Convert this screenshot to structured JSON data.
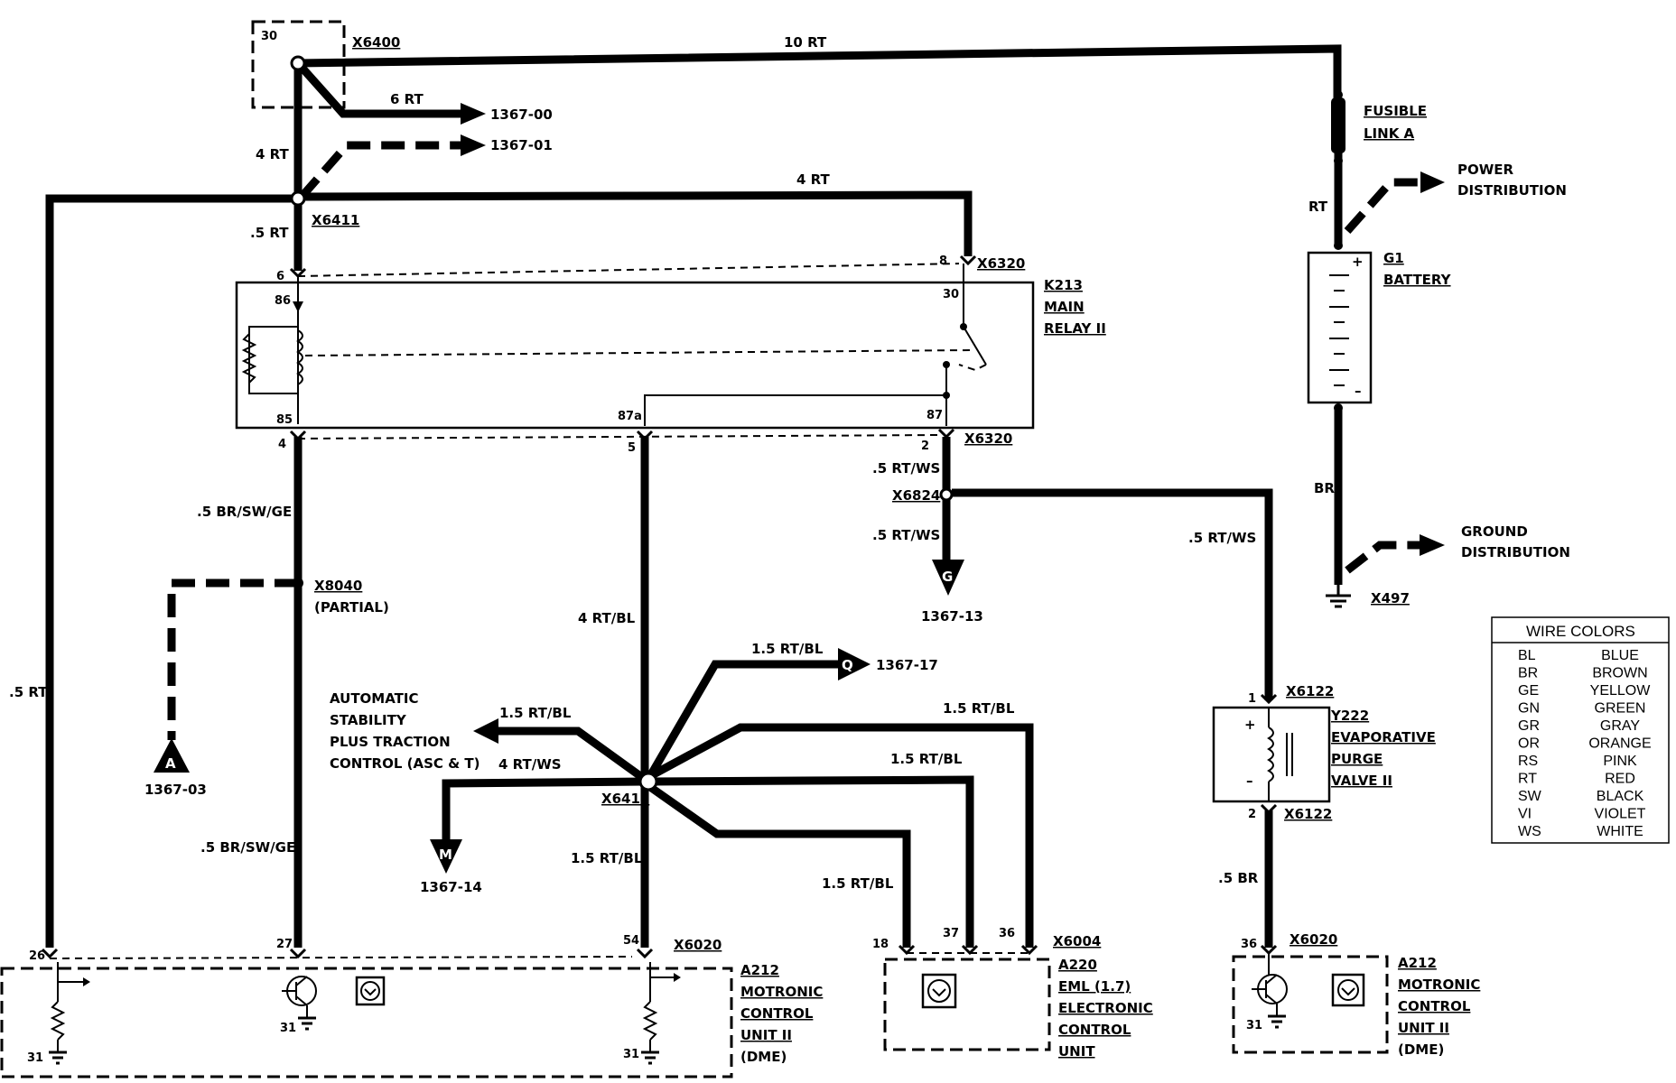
{
  "connectors": {
    "x6400": "X6400",
    "x6411": "X6411",
    "x6320_top": "X6320",
    "x6320_bot": "X6320",
    "x6824": "X6824",
    "x8040": "X8040",
    "x8040_note": "(PARTIAL)",
    "x6416": "X6416",
    "x6020_left": "X6020",
    "x6004": "X6004",
    "x6122_top": "X6122",
    "x6122_bot": "X6122",
    "x6020_right": "X6020",
    "x497": "X497"
  },
  "wires": {
    "w10rt": "10 RT",
    "w6rt": "6 RT",
    "w4rt_left": "4 RT",
    "w4rt_top": "4 RT",
    "w05rt_x6411": ".5 RT",
    "w05rtws_a": ".5 RT/WS",
    "w05rtws_b": ".5 RT/WS",
    "w05rtws_c": ".5 RT/WS",
    "w05brswge_a": ".5 BR/SW/GE",
    "w05brswge_b": ".5 BR/SW/GE",
    "w4rtbl": "4 RT/BL",
    "w15rtbl_q": "1.5 RT/BL",
    "w15rtbl_asc": "1.5 RT/BL",
    "w15rtbl_36": "1.5 RT/BL",
    "w15rtbl_37": "1.5 RT/BL",
    "w15rtbl_18": "1.5 RT/BL",
    "w15rtbl_54": "1.5 RT/BL",
    "w4rtws": "4 RT/WS",
    "w05rt_left": ".5 RT",
    "wrt_bat": "RT",
    "wbr_bat": "BR",
    "w05br": ".5 BR"
  },
  "refs": {
    "r136700": "1367-00",
    "r136701": "1367-01",
    "r136713": "1367-13",
    "r136703": "1367-03",
    "r136717": "1367-17",
    "r136714": "1367-14"
  },
  "markers": {
    "g": "G",
    "a": "A",
    "q": "Q",
    "m": "M"
  },
  "pins": {
    "p30_fuse": "30",
    "p6": "6",
    "p86": "86",
    "p85": "85",
    "p4": "4",
    "p87a": "87a",
    "p5": "5",
    "p8": "8",
    "p30": "30",
    "p87": "87",
    "p2": "2",
    "p26": "26",
    "p27": "27",
    "p54": "54",
    "p31_a": "31",
    "p31_b": "31",
    "p31_c": "31",
    "p18": "18",
    "p37": "37",
    "p36": "36",
    "p1_y": "1",
    "p2_y": "2",
    "p36_r": "36",
    "p31_r": "31"
  },
  "components": {
    "k213": [
      "K213",
      "MAIN",
      "RELAY II"
    ],
    "fusible": [
      "FUSIBLE",
      "LINK A"
    ],
    "g1": [
      "G1",
      "BATTERY"
    ],
    "power": [
      "POWER",
      "DISTRIBUTION"
    ],
    "ground": [
      "GROUND",
      "DISTRIBUTION"
    ],
    "asc": [
      "AUTOMATIC",
      "STABILITY",
      "PLUS TRACTION",
      "CONTROL (ASC & T)"
    ],
    "y222": [
      "Y222",
      "EVAPORATIVE",
      "PURGE",
      "VALVE II"
    ],
    "a212_left": [
      "A212",
      "MOTRONIC",
      "CONTROL",
      "UNIT II",
      "(DME)"
    ],
    "a220": [
      "A220",
      "EML (1.7)",
      "ELECTRONIC",
      "CONTROL",
      "UNIT"
    ],
    "a212_right": [
      "A212",
      "MOTRONIC",
      "CONTROL",
      "UNIT II",
      "(DME)"
    ]
  },
  "signs": {
    "plus": "+",
    "minus": "–"
  },
  "wire_colors": {
    "title": "WIRE COLORS",
    "rows": [
      [
        "BL",
        "BLUE"
      ],
      [
        "BR",
        "BROWN"
      ],
      [
        "GE",
        "YELLOW"
      ],
      [
        "GN",
        "GREEN"
      ],
      [
        "GR",
        "GRAY"
      ],
      [
        "OR",
        "ORANGE"
      ],
      [
        "RS",
        "PINK"
      ],
      [
        "RT",
        "RED"
      ],
      [
        "SW",
        "BLACK"
      ],
      [
        "VI",
        "VIOLET"
      ],
      [
        "WS",
        "WHITE"
      ]
    ]
  }
}
